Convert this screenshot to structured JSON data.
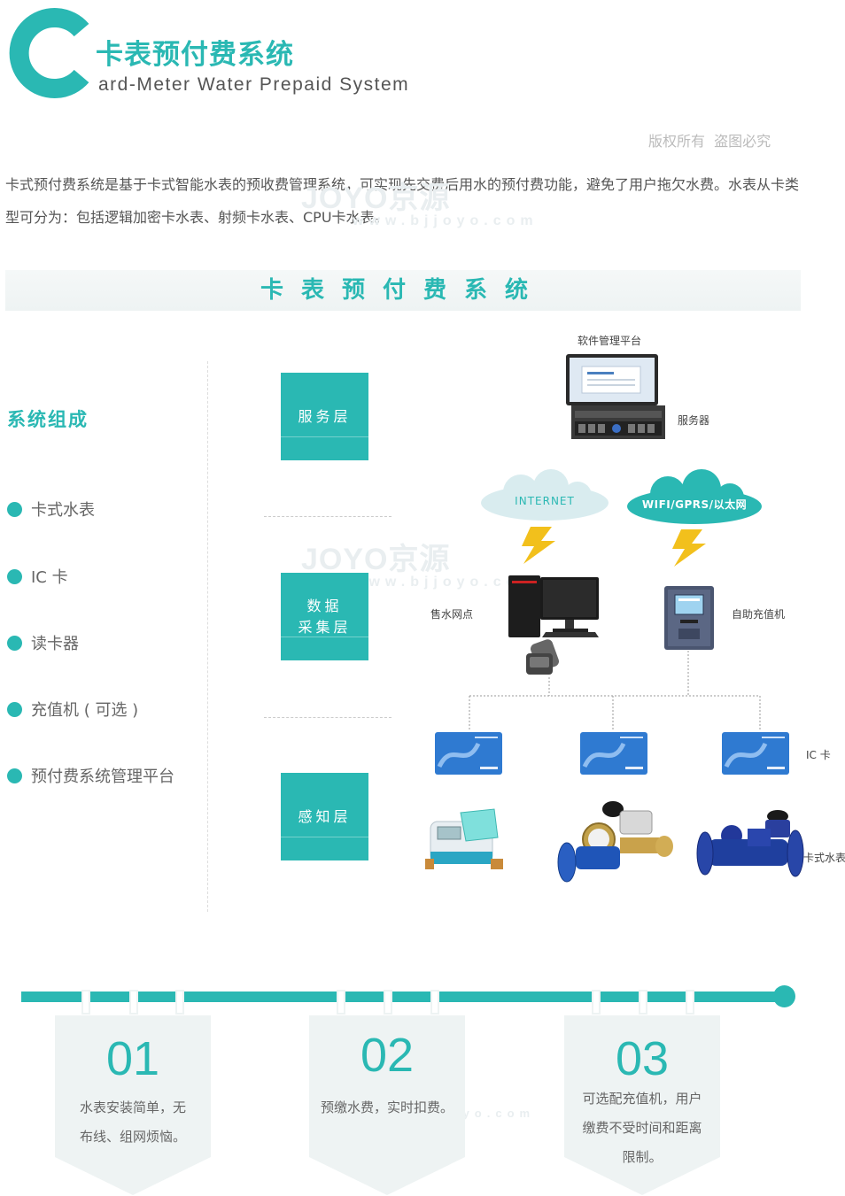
{
  "header": {
    "logo_letter": "C",
    "title_cn": "卡表预付费系统",
    "title_en": "ard-Meter Water Prepaid System",
    "copyright": "版权所有  盗图必究"
  },
  "intro": "卡式预付费系统是基于卡式智能水表的预收费管理系统，可实现先交费后用水的预付费功能，避免了用户拖欠水费。水表从卡类型可分为：包括逻辑加密卡水表、射频卡水表、CPU卡水表。",
  "watermark": {
    "brand": "JOYO京源",
    "url": "www.bjjoyo.com"
  },
  "banner": "卡表预付费系统",
  "components": {
    "title": "系统组成",
    "items": [
      "卡式水表",
      "IC 卡",
      "读卡器",
      "充值机 ( 可选 )",
      "预付费系统管理平台"
    ]
  },
  "layers": {
    "service": "服务层",
    "data_line1": "数据",
    "data_line2": "采集层",
    "sense": "感知层"
  },
  "diagram": {
    "platform": "软件管理平台",
    "server": "服务器",
    "internet": "INTERNET",
    "network": "WIFI/GPRS/以太网",
    "sales": "售水网点",
    "recharge": "自助充值机",
    "ic_card": "IC 卡",
    "meter": "卡式水表"
  },
  "features": [
    {
      "num": "01",
      "lines": [
        "水表安装简单，无",
        "布线、组网烦恼。"
      ]
    },
    {
      "num": "02",
      "lines": [
        "预缴水费，实时扣费。"
      ]
    },
    {
      "num": "03",
      "lines": [
        "可选配充值机，用户",
        "缴费不受时间和距离",
        "限制。"
      ]
    }
  ],
  "colors": {
    "accent": "#2ab8b3",
    "bolt": "#f2c01c",
    "card_blue": "#2f7ad1",
    "meter_blue": "#1f3f9e"
  }
}
